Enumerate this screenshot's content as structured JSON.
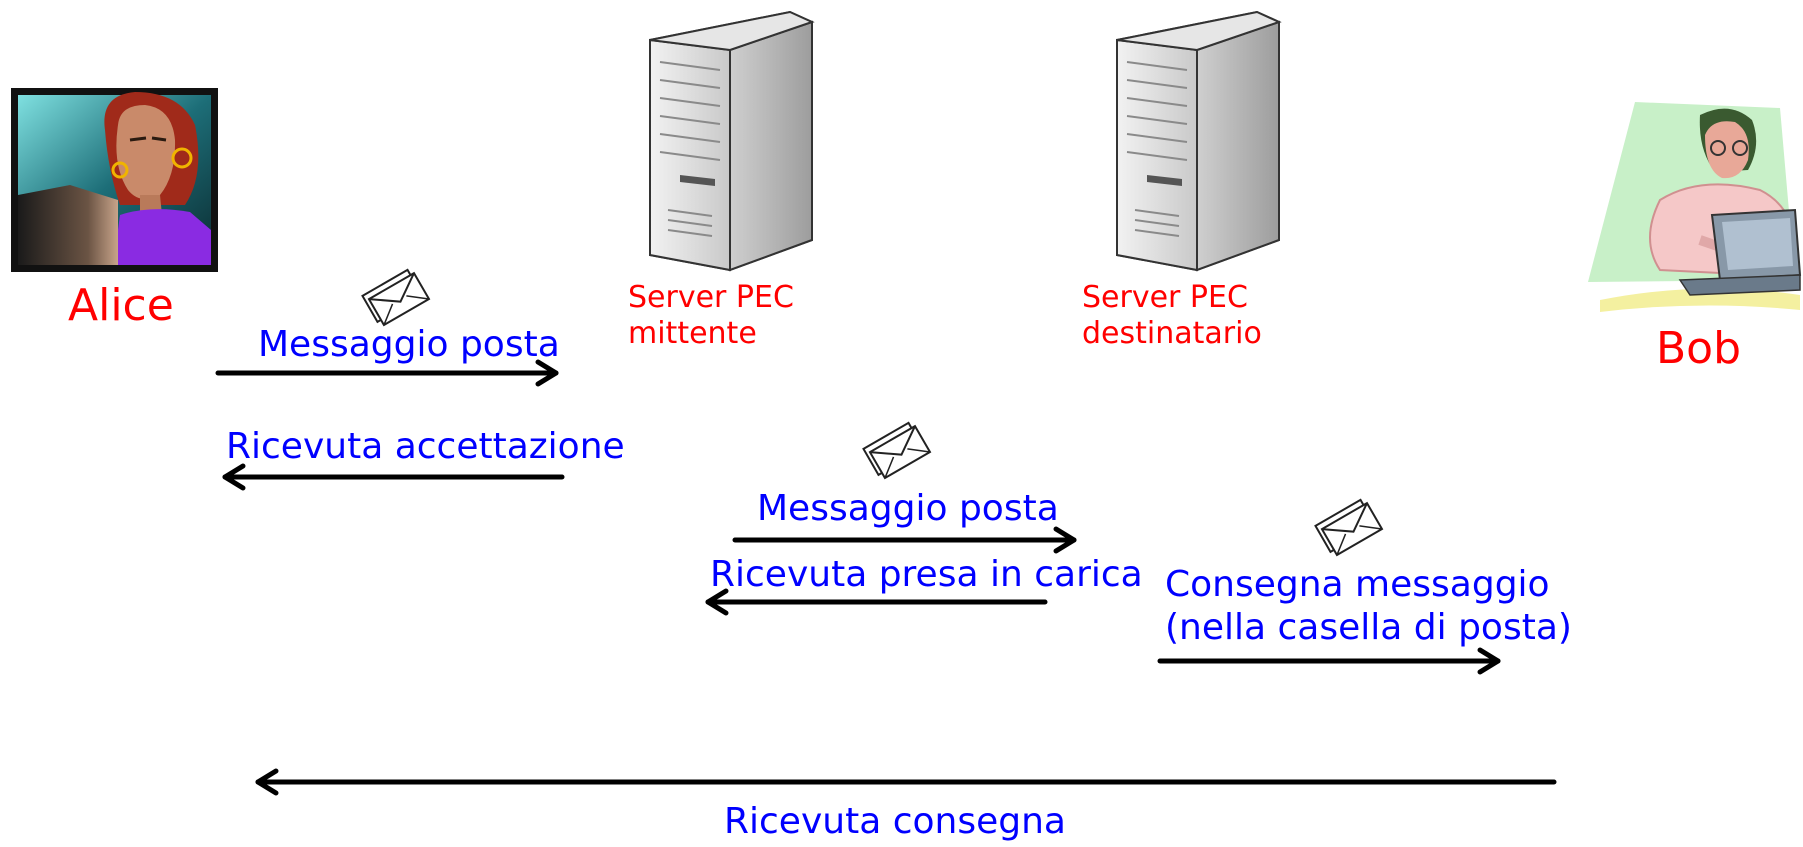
{
  "colors": {
    "actor_label": "#ff0000",
    "server_label": "#ff0000",
    "message_label": "#0000ff",
    "arrow": "#000000"
  },
  "actors": {
    "alice": {
      "label": "Alice",
      "icon": "woman-at-computer-clipart"
    },
    "bob": {
      "label": "Bob",
      "icon": "man-at-laptop-clipart"
    }
  },
  "servers": {
    "sender": {
      "label": "Server PEC\nmittente",
      "icon": "server-tower-icon"
    },
    "receiver": {
      "label": "Server PEC\ndestinatario",
      "icon": "server-tower-icon"
    }
  },
  "messages": [
    {
      "label": "Messaggio posta",
      "direction": "right",
      "envelope": true
    },
    {
      "label": "Ricevuta accettazione",
      "direction": "left",
      "envelope": false
    },
    {
      "label": "Messaggio posta",
      "direction": "right",
      "envelope": true
    },
    {
      "label": "Ricevuta presa in carica",
      "direction": "left",
      "envelope": false
    },
    {
      "label": "Consegna messaggio\n(nella casella di posta)",
      "direction": "right",
      "envelope": true
    },
    {
      "label": "Ricevuta consegna",
      "direction": "left",
      "envelope": false
    }
  ]
}
